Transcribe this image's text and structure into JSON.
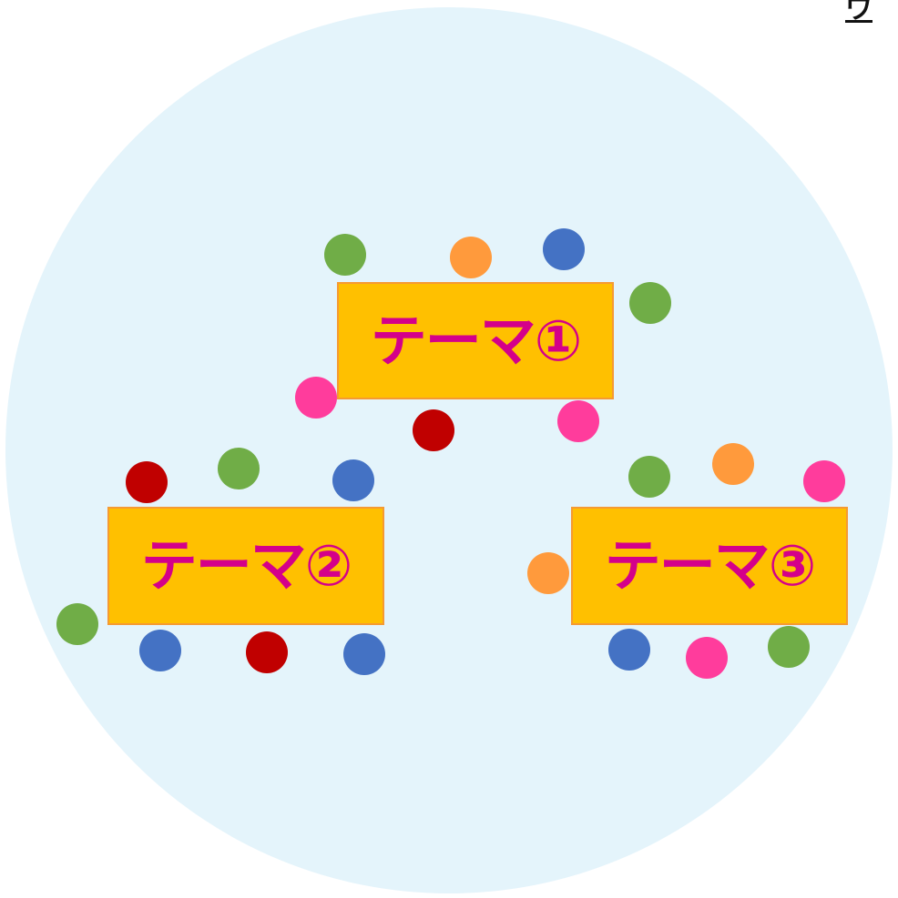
{
  "header": {
    "corner_mark": "ワ"
  },
  "themes": [
    {
      "label": "テーマ①"
    },
    {
      "label": "テーマ②"
    },
    {
      "label": "テーマ③"
    }
  ],
  "colors": {
    "background_circle": "#e4f4fb",
    "box_fill": "#ffc000",
    "box_border": "#f59a32",
    "label_text": "#d4008a",
    "green": "#70ad47",
    "orange": "#ff9a3c",
    "blue": "#4472c4",
    "pink": "#ff3c9c",
    "red": "#c00000"
  },
  "participants": [
    {
      "group": 1,
      "color": "green"
    },
    {
      "group": 1,
      "color": "orange"
    },
    {
      "group": 1,
      "color": "blue"
    },
    {
      "group": 1,
      "color": "green"
    },
    {
      "group": 1,
      "color": "pink"
    },
    {
      "group": 1,
      "color": "red"
    },
    {
      "group": 1,
      "color": "pink"
    },
    {
      "group": 2,
      "color": "red"
    },
    {
      "group": 2,
      "color": "green"
    },
    {
      "group": 2,
      "color": "blue"
    },
    {
      "group": 2,
      "color": "green"
    },
    {
      "group": 2,
      "color": "blue"
    },
    {
      "group": 2,
      "color": "red"
    },
    {
      "group": 2,
      "color": "blue"
    },
    {
      "group": 3,
      "color": "green"
    },
    {
      "group": 3,
      "color": "orange"
    },
    {
      "group": 3,
      "color": "pink"
    },
    {
      "group": 3,
      "color": "orange"
    },
    {
      "group": 3,
      "color": "blue"
    },
    {
      "group": 3,
      "color": "pink"
    },
    {
      "group": 3,
      "color": "green"
    }
  ]
}
